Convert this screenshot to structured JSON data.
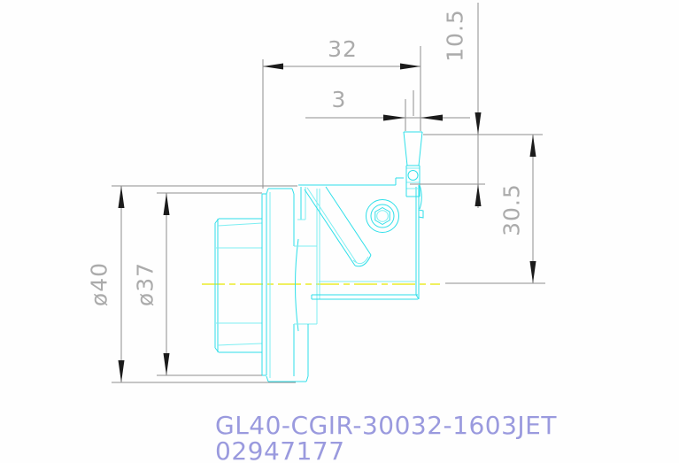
{
  "drawing": {
    "type": "cad-technical-drawing",
    "colors": {
      "background": "#fefefe",
      "part_outline": "#2edfe9",
      "centerline": "#e8e800",
      "dimension_lines": "#8f8f8f",
      "dimension_text": "#ababab",
      "id_text": "#9a9ade"
    },
    "dimensions": {
      "overall_width": "32",
      "insert_width": "3",
      "nose_offset": "10.5",
      "nose_height": "30.5",
      "flange_diameter": "ø40",
      "collar_diameter": "ø37"
    },
    "labels": {
      "part_number": "GL40-CGIR-30032-1603JET",
      "order_number": "02947177"
    }
  }
}
